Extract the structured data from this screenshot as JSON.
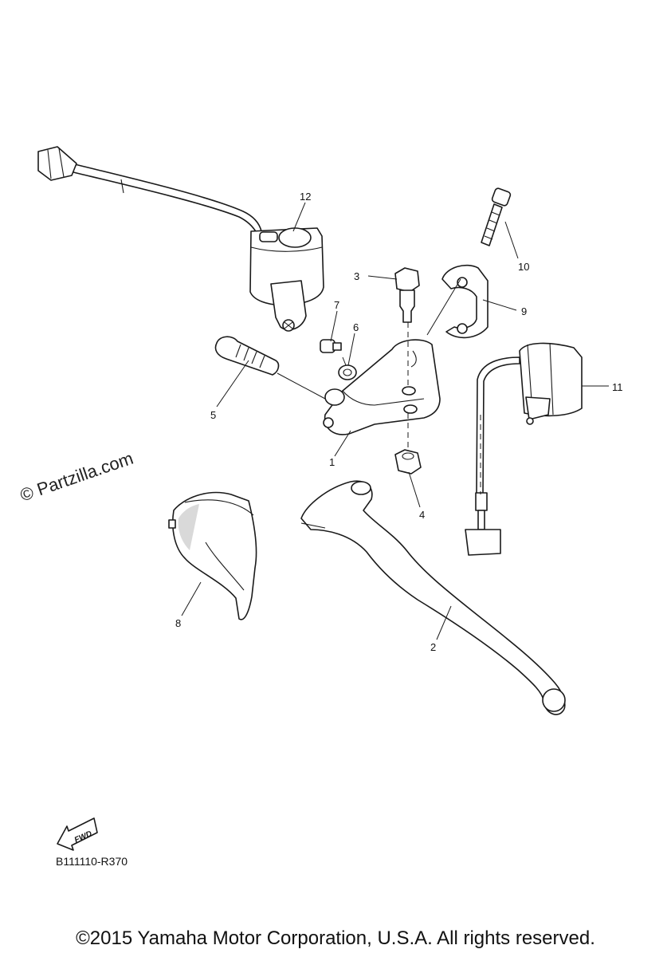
{
  "watermark": "© Partzilla.com",
  "diagram_code": "B111110-R370",
  "fwd_label": "FWD",
  "copyright": "©2015 Yamaha Motor Corporation, U.S.A. All rights reserved.",
  "callouts": {
    "c1": "1",
    "c2": "2",
    "c3": "3",
    "c4": "4",
    "c5": "5",
    "c6": "6",
    "c7": "7",
    "c8": "8",
    "c9": "9",
    "c10": "10",
    "c11": "11",
    "c12": "12"
  }
}
